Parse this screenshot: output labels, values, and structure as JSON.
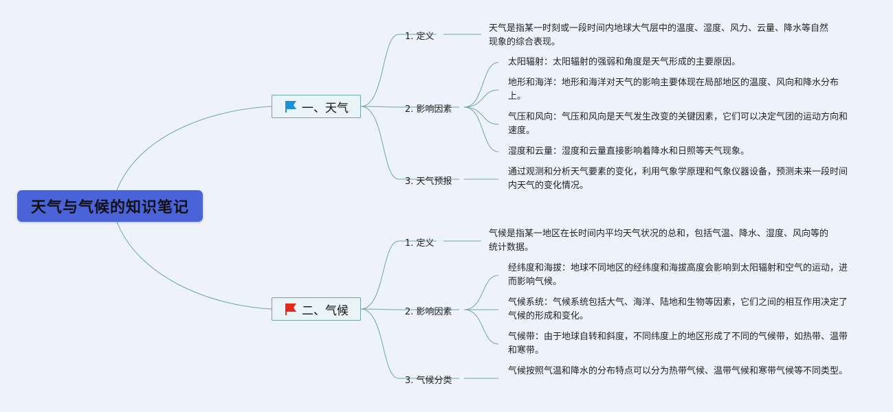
{
  "root": {
    "title": "天气与气候的知识笔记"
  },
  "branches": [
    {
      "label": "一、天气",
      "flag_color": "#1e90d6",
      "items": [
        {
          "label": "1. 定义",
          "leaves": [
            "天气是指某一时刻或一段时间内地球大气层中的温度、湿度、风力、云量、降水等自然现象的综合表现。"
          ]
        },
        {
          "label": "2. 影响因素",
          "leaves": [
            "太阳辐射：太阳辐射的强弱和角度是天气形成的主要原因。",
            "地形和海洋：地形和海洋对天气的影响主要体现在局部地区的温度、风向和降水分布上。",
            "气压和风向：气压和风向是天气发生改变的关键因素，它们可以决定气团的运动方向和速度。",
            "湿度和云量：湿度和云量直接影响着降水和日照等天气现象。"
          ]
        },
        {
          "label": "3. 天气预报",
          "leaves": [
            "通过观测和分析天气要素的变化，利用气象学原理和气象仪器设备，预测未来一段时间内天气的变化情况。"
          ]
        }
      ]
    },
    {
      "label": "二、气候",
      "flag_color": "#e8261c",
      "items": [
        {
          "label": "1. 定义",
          "leaves": [
            "气候是指某一地区在长时间内平均天气状况的总和，包括气温、降水、湿度、风向等的统计数据。"
          ]
        },
        {
          "label": "2. 影响因素",
          "leaves": [
            "经纬度和海拔：地球不同地区的经纬度和海拔高度会影响到太阳辐射和空气的运动，进而影响气候。",
            "气候系统：气候系统包括大气、海洋、陆地和生物等因素，它们之间的相互作用决定了气候的形成和变化。",
            "气候带：由于地球自转和斜度，不同纬度上的地区形成了不同的气候带，如热带、温带和寒带。"
          ]
        },
        {
          "label": "3. 气候分类",
          "leaves": [
            "气候按照气温和降水的分布特点可以分为热带气候、温带气候和寒带气候等不同类型。"
          ]
        }
      ]
    }
  ]
}
